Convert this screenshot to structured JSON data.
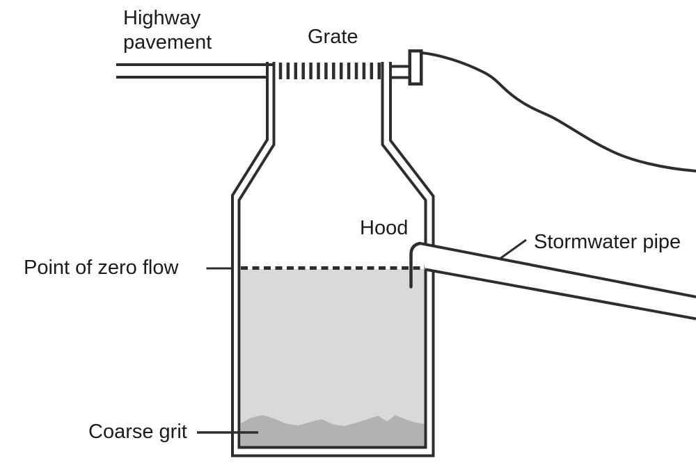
{
  "diagram": {
    "description": "Cross-section diagram of a highway stormwater catch basin",
    "labels": {
      "highway_pavement": "Highway\npavement",
      "grate": "Grate",
      "hood": "Hood",
      "stormwater_pipe": "Stormwater pipe",
      "point_of_zero_flow": "Point of zero flow",
      "coarse_grit": "Coarse grit"
    },
    "colors": {
      "line": "#2d2d2d",
      "water": "#d9d9d9",
      "grit": "#b2b2b2",
      "background": "#ffffff",
      "text": "#1b1b1b"
    }
  }
}
